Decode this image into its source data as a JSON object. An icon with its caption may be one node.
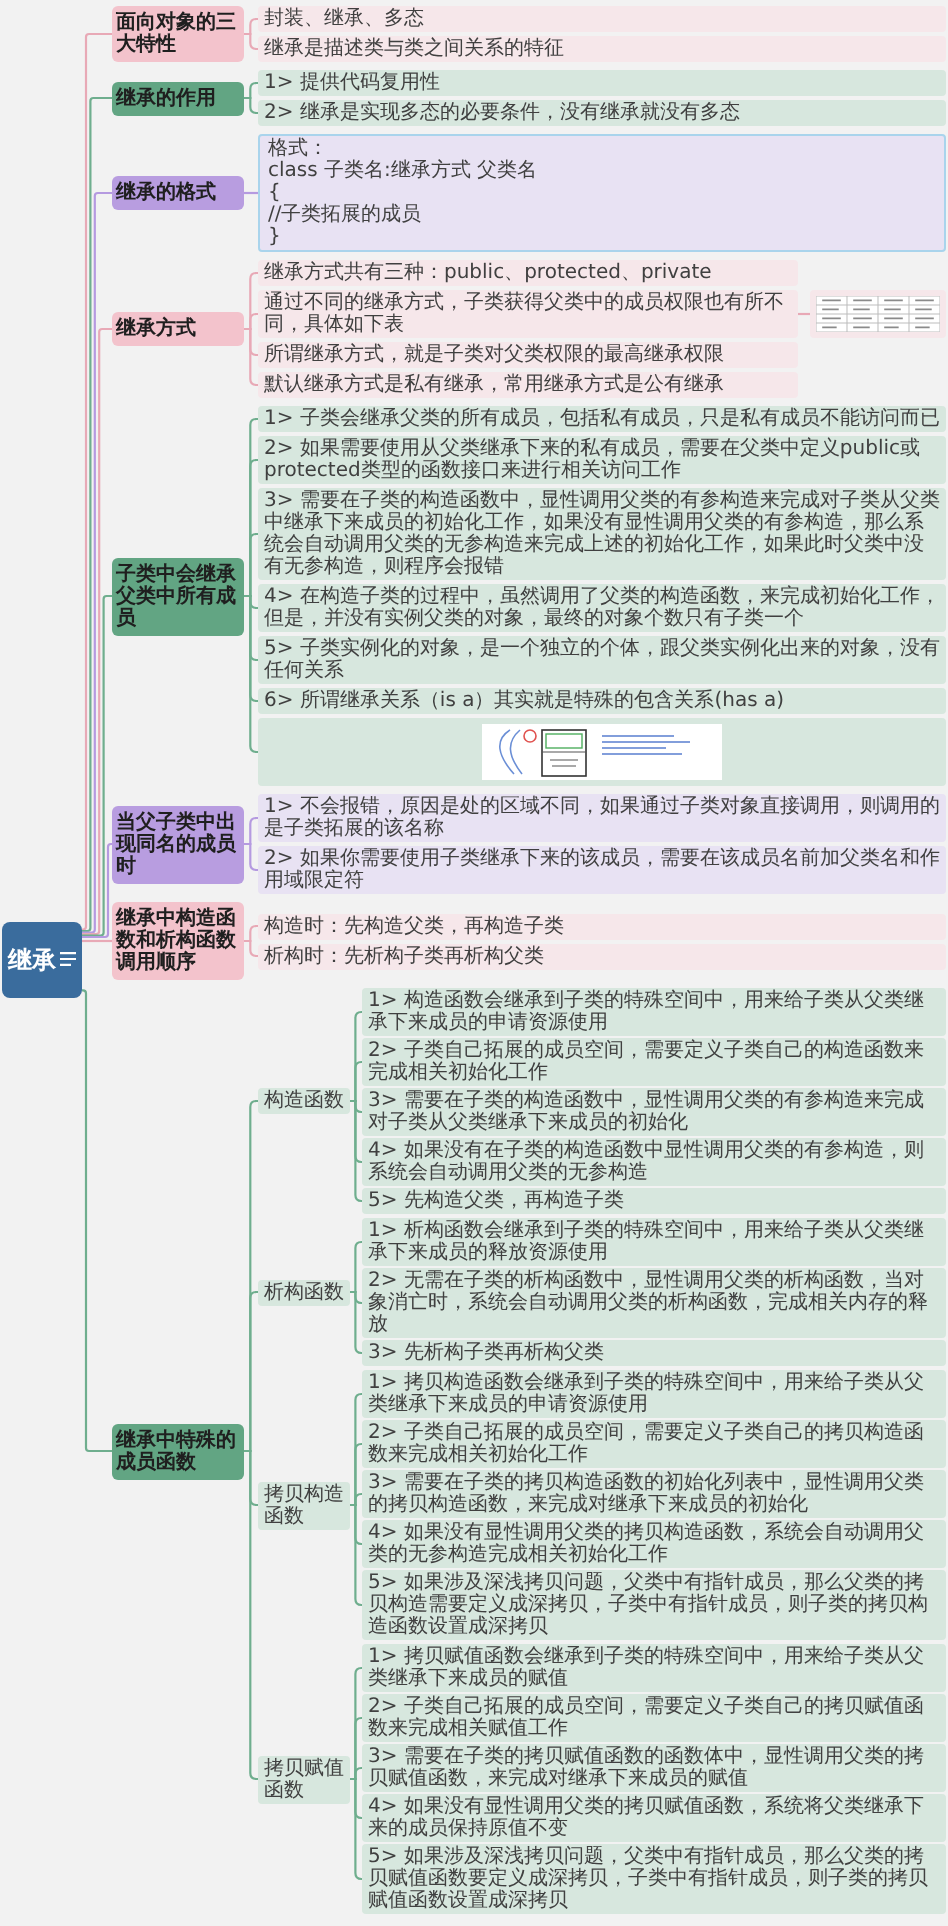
{
  "diagram": {
    "nodes": [
      {
        "text": [
          "继承"
        ]
      },
      {
        "text": [
          "面向对象的三大特性"
        ]
      },
      {
        "text": [
          "封装、继承、多态"
        ]
      },
      {
        "text": [
          "继承是描述类与类之间关系的特征"
        ]
      },
      {
        "text": [
          "继承的作用"
        ]
      },
      {
        "text": [
          "1> 提供代码复用性"
        ]
      },
      {
        "text": [
          "2> 继承是实现多态的必要条件，没有继承就没有多态"
        ]
      },
      {
        "text": [
          "继承的格式"
        ]
      },
      {
        "text": [
          "格式：",
          "class 子类名:继承方式 父类名",
          "{",
          "//子类拓展的成员",
          "}"
        ]
      },
      {
        "text": [
          "继承方式"
        ]
      },
      {
        "text": [
          "继承方式共有三种：public、protected、private"
        ]
      },
      {
        "text": [
          "通过不同的继承方式，子类获得父类中的成员权限也有所不同，具体如下表"
        ]
      },
      {
        "text": [],
        "shape": "picture"
      },
      {
        "text": [
          "所谓继承方式，就是子类对父类权限的最高继承权限"
        ]
      },
      {
        "text": [
          "默认继承方式是私有继承，常用继承方式是公有继承"
        ]
      },
      {
        "text": [
          "子类中会继承父类中所有成员"
        ]
      },
      {
        "text": [
          "1> 子类会继承父类的所有成员，包括私有成员，只是私有成员不能访问而已"
        ]
      },
      {
        "text": [
          "2> 如果需要使用从父类继承下来的私有成员，需要在父类中定义public或protected类型的函数接口来进行相关访问工作"
        ]
      },
      {
        "text": [
          "3> 需要在子类的构造函数中，显性调用父类的有参构造来完成对子类从父类中继承下来成员的初始化工作，如果没有显性调用父类的有参构造，那么系统会自动调用父类的无参构造来完成上述的初始化工作，如果此时父类中没有无参构造，则程序会报错"
        ]
      },
      {
        "text": [
          "4> 在构造子类的过程中，虽然调用了父类的构造函数，来完成初始化工作，但是，并没有实例父类的对象，最终的对象个数只有子类一个"
        ]
      },
      {
        "text": [
          "5> 子类实例化的对象，是一个独立的个体，跟父类实例化出来的对象，没有任何关系"
        ]
      },
      {
        "text": [
          "6> 所谓继承关系（is a）其实就是特殊的包含关系(has a)"
        ]
      },
      {
        "text": [],
        "shape": "picture"
      },
      {
        "text": [
          "当父子类中出现同名的成员时"
        ]
      },
      {
        "text": [
          "1> 不会报错，原因是处的区域不同，如果通过子类对象直接调用，则调用的是子类拓展的该名称"
        ]
      },
      {
        "text": [
          "2> 如果你需要使用子类继承下来的该成员，需要在该成员名前加父类名和作用域限定符"
        ]
      },
      {
        "text": [
          "继承中构造函数和析构函数调用顺序"
        ]
      },
      {
        "text": [
          "构造时：先构造父类，再构造子类"
        ]
      },
      {
        "text": [
          "析构时：先析构子类再析构父类"
        ]
      },
      {
        "text": [
          "继承中特殊的成员函数"
        ]
      },
      {
        "text": [
          "构造函数"
        ]
      },
      {
        "text": [
          "1> 构造函数会继承到子类的特殊空间中，用来给子类从父类继承下来成员的申请资源使用"
        ]
      },
      {
        "text": [
          "2> 子类自己拓展的成员空间，需要定义子类自己的构造函数来完成相关初始化工作"
        ]
      },
      {
        "text": [
          "3> 需要在子类的构造函数中，显性调用父类的有参构造来完成对子类从父类继承下来成员的初始化"
        ]
      },
      {
        "text": [
          "4> 如果没有在子类的构造函数中显性调用父类的有参构造，则系统会自动调用父类的无参构造"
        ]
      },
      {
        "text": [
          "5> 先构造父类，再构造子类"
        ]
      },
      {
        "text": [
          "析构函数"
        ]
      },
      {
        "text": [
          "1> 析构函数会继承到子类的特殊空间中，用来给子类从父类继承下来成员的释放资源使用"
        ]
      },
      {
        "text": [
          "2> 无需在子类的析构函数中，显性调用父类的析构函数，当对象消亡时，系统会自动调用父类的析构函数，完成相关内存的释放"
        ]
      },
      {
        "text": [
          "3> 先析构子类再析构父类"
        ]
      },
      {
        "text": [
          "拷贝构造函数"
        ]
      },
      {
        "text": [
          "1> 拷贝构造函数会继承到子类的特殊空间中，用来给子类从父类继承下来成员的申请资源使用"
        ]
      },
      {
        "text": [
          "2> 子类自己拓展的成员空间，需要定义子类自己的拷贝构造函数来完成相关初始化工作"
        ]
      },
      {
        "text": [
          "3> 需要在子类的拷贝构造函数的初始化列表中，显性调用父类的拷贝构造函数，来完成对继承下来成员的初始化"
        ]
      },
      {
        "text": [
          "4> 如果没有显性调用父类的拷贝构造函数，系统会自动调用父类的无参构造完成相关初始化工作"
        ]
      },
      {
        "text": [
          "5> 如果涉及深浅拷贝问题，父类中有指针成员，那么父类的拷贝构造需要定义成深拷贝，子类中有指针成员，则子类的拷贝构造函数设置成深拷贝"
        ]
      },
      {
        "text": [
          "拷贝赋值函数"
        ]
      },
      {
        "text": [
          "1> 拷贝赋值函数会继承到子类的特殊空间中，用来给子类从父类继承下来成员的赋值"
        ]
      },
      {
        "text": [
          "2> 子类自己拓展的成员空间，需要定义子类自己的拷贝赋值函数来完成相关赋值工作"
        ]
      },
      {
        "text": [
          "3> 需要在子类的拷贝赋值函数的函数体中，显性调用父类的拷贝赋值函数，来完成对继承下来成员的赋值"
        ]
      },
      {
        "text": [
          "4> 如果没有显性调用父类的拷贝赋值函数，系统将父类继承下来的成员保持原值不变"
        ]
      },
      {
        "text": [
          "5> 如果涉及深浅拷贝问题，父类中有指针成员，那么父类的拷贝赋值函数要定义成深拷贝，子类中有指针成员，则子类的拷贝赋值函数设置成深拷贝"
        ]
      }
    ],
    "edges": [
      {
        "from": 0,
        "to": 1,
        "arrow": "none",
        "color": "#e8a9b6"
      },
      {
        "from": 1,
        "to": 2,
        "arrow": "none",
        "color": "#e8a9b6"
      },
      {
        "from": 1,
        "to": 3,
        "arrow": "none",
        "color": "#e8a9b6"
      },
      {
        "from": 0,
        "to": 4,
        "arrow": "none"
      },
      {
        "from": 4,
        "to": 5,
        "arrow": "none"
      },
      {
        "from": 4,
        "to": 6,
        "arrow": "none"
      },
      {
        "from": 0,
        "to": 7,
        "arrow": "none",
        "color": "#b59ae0"
      },
      {
        "from": 7,
        "to": 8,
        "arrow": "none",
        "color": "#b59ae0"
      },
      {
        "from": 0,
        "to": 9,
        "arrow": "none",
        "color": "#e8a9b6"
      },
      {
        "from": 9,
        "to": 10,
        "arrow": "none",
        "color": "#e8a9b6"
      },
      {
        "from": 9,
        "to": 11,
        "arrow": "none",
        "color": "#e8a9b6"
      },
      {
        "from": 11,
        "to": 12,
        "arrow": "none",
        "color": "#e8a9b6"
      },
      {
        "from": 9,
        "to": 13,
        "arrow": "none",
        "color": "#e8a9b6"
      },
      {
        "from": 9,
        "to": 14,
        "arrow": "none",
        "color": "#e8a9b6"
      },
      {
        "from": 0,
        "to": 15,
        "arrow": "none"
      },
      {
        "from": 15,
        "to": 16,
        "arrow": "none"
      },
      {
        "from": 15,
        "to": 17,
        "arrow": "none"
      },
      {
        "from": 15,
        "to": 18,
        "arrow": "none"
      },
      {
        "from": 15,
        "to": 19,
        "arrow": "none"
      },
      {
        "from": 15,
        "to": 20,
        "arrow": "none"
      },
      {
        "from": 15,
        "to": 21,
        "arrow": "none"
      },
      {
        "from": 15,
        "to": 22,
        "arrow": "none"
      },
      {
        "from": 0,
        "to": 23,
        "arrow": "none",
        "color": "#b59ae0"
      },
      {
        "from": 23,
        "to": 24,
        "arrow": "none",
        "color": "#b59ae0"
      },
      {
        "from": 23,
        "to": 25,
        "arrow": "none",
        "color": "#b59ae0"
      },
      {
        "from": 0,
        "to": 26,
        "arrow": "none",
        "color": "#e8a9b6"
      },
      {
        "from": 26,
        "to": 27,
        "arrow": "none",
        "color": "#e8a9b6"
      },
      {
        "from": 26,
        "to": 28,
        "arrow": "none",
        "color": "#e8a9b6"
      },
      {
        "from": 0,
        "to": 29,
        "arrow": "none"
      },
      {
        "from": 29,
        "to": 30,
        "arrow": "none"
      },
      {
        "from": 30,
        "to": 31,
        "arrow": "none"
      },
      {
        "from": 30,
        "to": 32,
        "arrow": "none"
      },
      {
        "from": 30,
        "to": 33,
        "arrow": "none"
      },
      {
        "from": 30,
        "to": 34,
        "arrow": "none"
      },
      {
        "from": 30,
        "to": 35,
        "arrow": "none"
      },
      {
        "from": 29,
        "to": 36,
        "arrow": "none"
      },
      {
        "from": 36,
        "to": 37,
        "arrow": "none"
      },
      {
        "from": 36,
        "to": 38,
        "arrow": "none"
      },
      {
        "from": 36,
        "to": 39,
        "arrow": "none"
      },
      {
        "from": 29,
        "to": 40,
        "arrow": "none"
      },
      {
        "from": 40,
        "to": 41,
        "arrow": "none"
      },
      {
        "from": 40,
        "to": 42,
        "arrow": "none"
      },
      {
        "from": 40,
        "to": 43,
        "arrow": "none"
      },
      {
        "from": 40,
        "to": 44,
        "arrow": "none"
      },
      {
        "from": 40,
        "to": 45,
        "arrow": "none"
      },
      {
        "from": 29,
        "to": 46,
        "arrow": "none"
      },
      {
        "from": 46,
        "to": 47,
        "arrow": "none"
      },
      {
        "from": 46,
        "to": 48,
        "arrow": "none"
      },
      {
        "from": 46,
        "to": 49,
        "arrow": "none"
      },
      {
        "from": 46,
        "to": 50,
        "arrow": "none"
      },
      {
        "from": 46,
        "to": 51,
        "arrow": "none"
      }
    ]
  }
}
